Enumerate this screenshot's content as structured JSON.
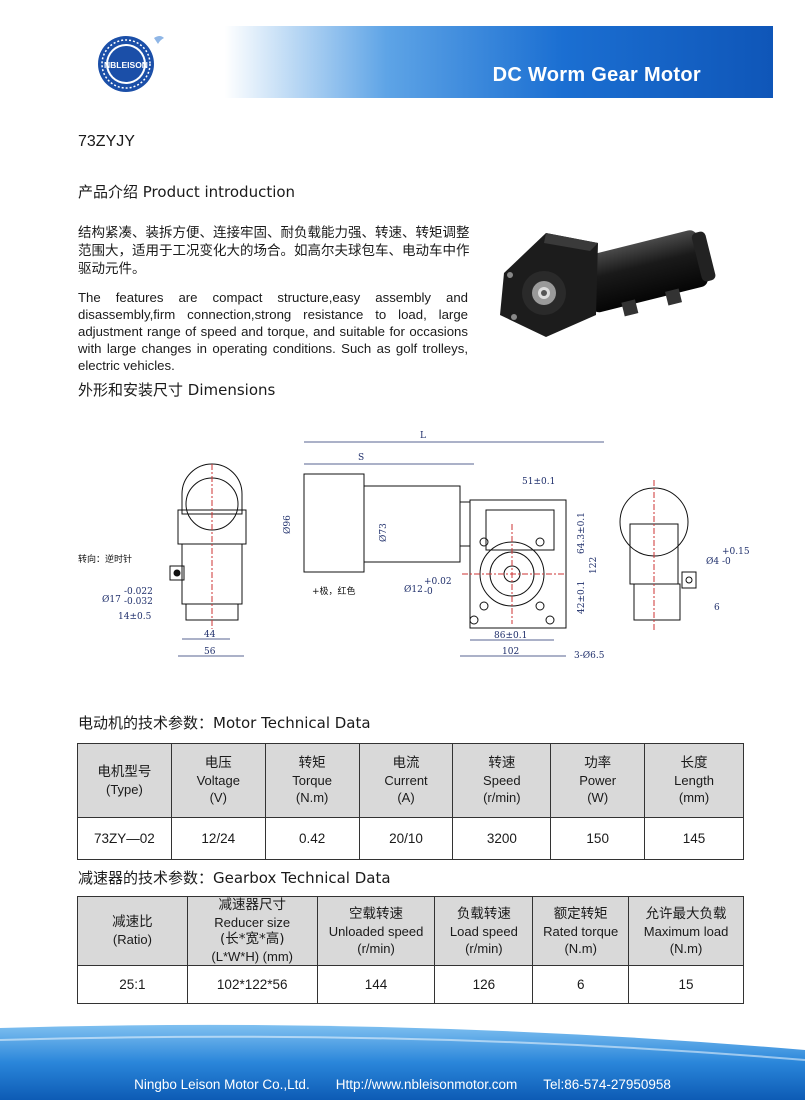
{
  "header": {
    "brand": "NBLEISON",
    "title": "DC Worm Gear Motor"
  },
  "model": "73ZYJY",
  "intro": {
    "heading": "产品介绍 Product introduction",
    "zh": "结构紧凑、装拆方便、连接牢固、耐负载能力强、转速、转矩调整范围大，适用于工况变化大的场合。如高尔夫球包车、电动车中作驱动元件。",
    "en": "The features are compact structure,easy assembly and disassembly,firm connection,strong resistance to load, large adjustment range of speed and torque, and suitable for occasions with large changes in operating conditions. Such as golf trolleys, electric vehicles."
  },
  "dimensions": {
    "heading": "外形和安装尺寸 Dimensions",
    "labels": {
      "L": "L",
      "S": "S",
      "d96": "Ø96",
      "d73": "Ø73",
      "d51": "51±0.1",
      "h64": "64.3±0.1",
      "h122": "122",
      "h42": "42±0.1",
      "w86": "86±0.1",
      "w102": "102",
      "holes": "3-Ø6.5",
      "d12": "Ø12",
      "d12tol": "+0.02",
      "d12tol2": "-0",
      "d17": "Ø17",
      "d17tol": "-0.022",
      "d17tol2": "-0.032",
      "k14": "14±0.5",
      "w44": "44",
      "w56": "56",
      "rotation": "转向：逆时针",
      "polarity": "+极，红色",
      "d4": "Ø4",
      "d4tol": "+0.15",
      "d4tol2": "-0",
      "k6": "6"
    }
  },
  "motor_table": {
    "heading": "电动机的技术参数：Motor Technical Data",
    "headers": [
      {
        "zh": "电机型号",
        "en": "",
        "unit": "(Type)"
      },
      {
        "zh": "电压",
        "en": "Voltage",
        "unit": "(V)"
      },
      {
        "zh": "转矩",
        "en": "Torque",
        "unit": "(N.m)"
      },
      {
        "zh": "电流",
        "en": "Current",
        "unit": "(A)"
      },
      {
        "zh": "转速",
        "en": "Speed",
        "unit": "(r/min)"
      },
      {
        "zh": "功率",
        "en": "Power",
        "unit": "(W)"
      },
      {
        "zh": "长度",
        "en": "Length",
        "unit": "(mm)"
      }
    ],
    "row": [
      "73ZY—02",
      "12/24",
      "0.42",
      "20/10",
      "3200",
      "150",
      "145"
    ]
  },
  "gearbox_table": {
    "heading": "减速器的技术参数：Gearbox Technical Data",
    "headers": [
      {
        "zh": "减速比",
        "en": "",
        "extra": "",
        "unit": "(Ratio)"
      },
      {
        "zh": "减速器尺寸",
        "en": "Reducer size",
        "extra": "(长*宽*高)",
        "unit": "(L*W*H) (mm)"
      },
      {
        "zh": "空载转速",
        "en": "Unloaded speed",
        "extra": "",
        "unit": "(r/min)"
      },
      {
        "zh": "负载转速",
        "en": "Load speed",
        "extra": "",
        "unit": "(r/min)"
      },
      {
        "zh": "额定转矩",
        "en": "Rated torque",
        "extra": "",
        "unit": "(N.m)"
      },
      {
        "zh": "允许最大负载",
        "en": "Maximum load",
        "extra": "",
        "unit": "(N.m)"
      }
    ],
    "row": [
      "25:1",
      "102*122*56",
      "144",
      "126",
      "6",
      "15"
    ]
  },
  "footer": {
    "company": "Ningbo Leison Motor Co.,Ltd.",
    "url": "Http://www.nbleisonmotor.com",
    "tel": "Tel:86-574-27950958"
  },
  "colors": {
    "header_blue": "#1b6fd2",
    "header_light": "#5ea4e6",
    "footer_blue": "#1e7bd6",
    "table_header": "#d9d9d9",
    "logo_blue": "#1b4fa8"
  }
}
